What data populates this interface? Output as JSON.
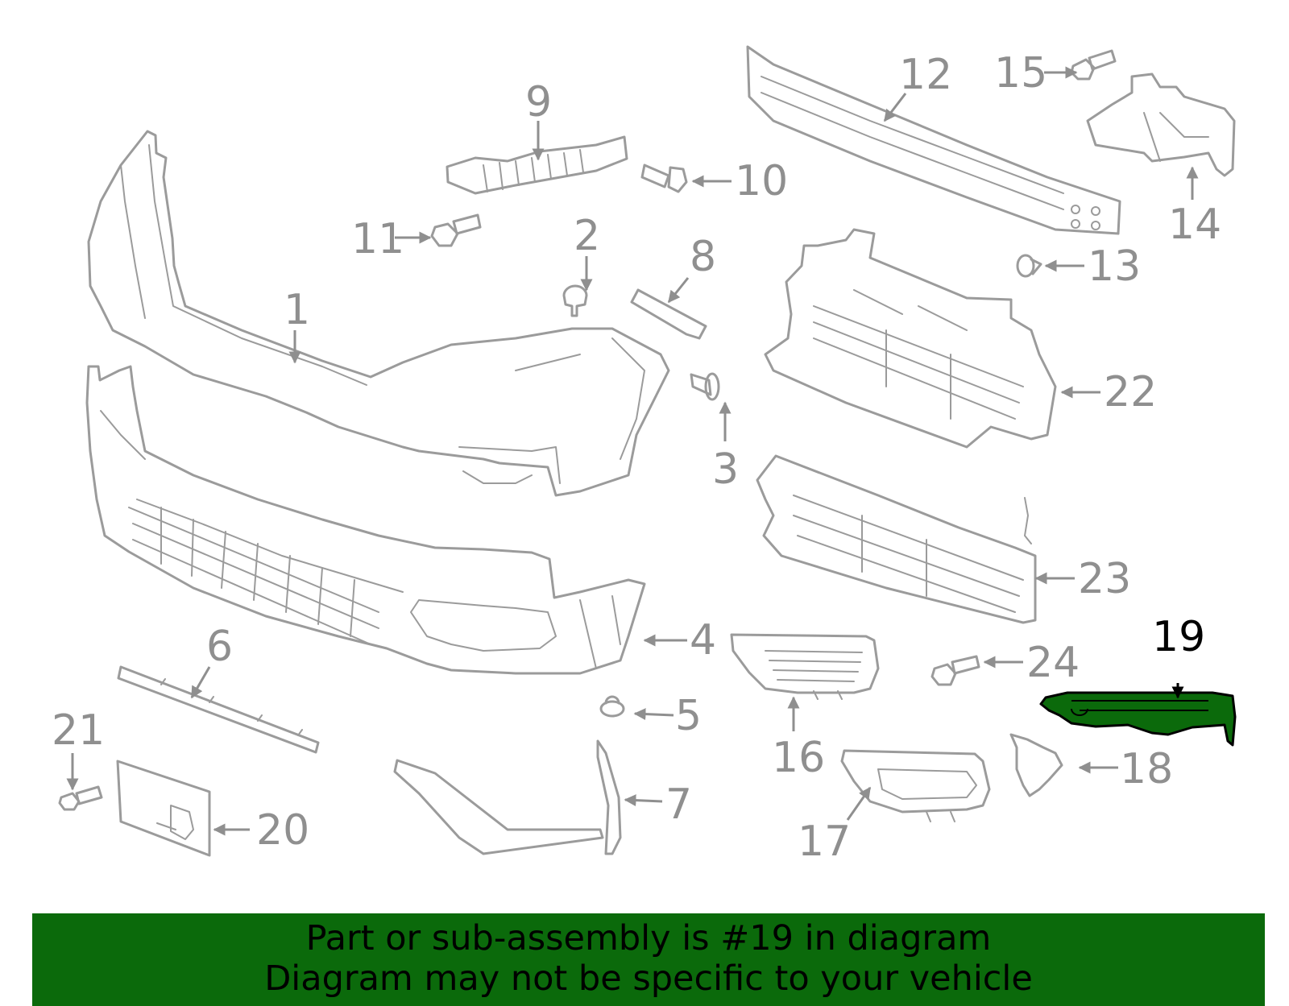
{
  "diagram": {
    "highlighted_part": "19",
    "highlight_color": "#0b6a0b",
    "part_color": "#9b9b9b",
    "callouts": [
      "1",
      "2",
      "3",
      "4",
      "5",
      "6",
      "7",
      "8",
      "9",
      "10",
      "11",
      "12",
      "13",
      "14",
      "15",
      "16",
      "17",
      "18",
      "19",
      "20",
      "21",
      "22",
      "23",
      "24"
    ]
  },
  "banner": {
    "line1": "Part or sub-assembly is #19 in diagram",
    "line2": "Diagram may not be specific to your vehicle",
    "color": "#0b6a0b"
  }
}
